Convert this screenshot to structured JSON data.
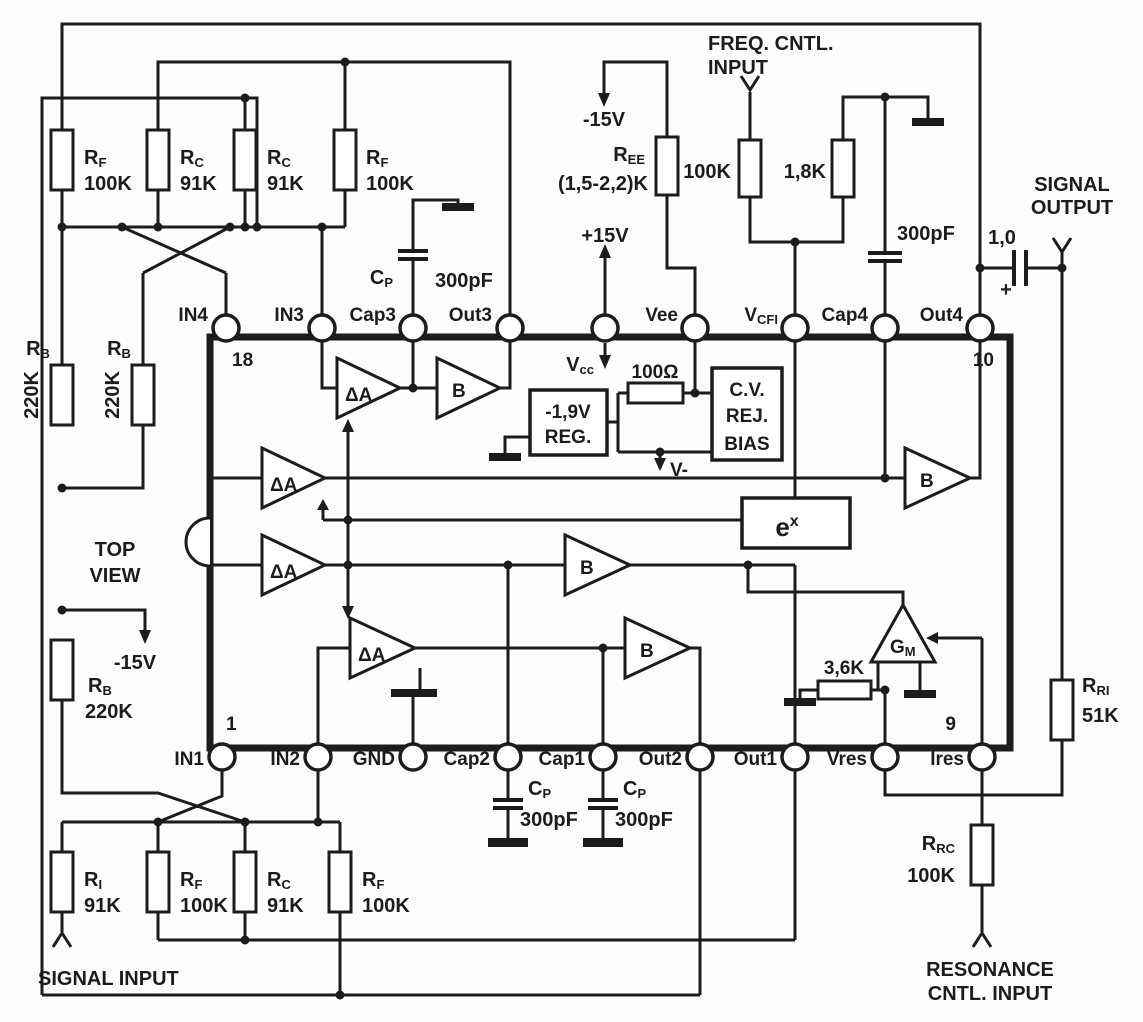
{
  "diagram": {
    "type": "circuit-schematic",
    "subject": "18-pin voltage-controlled filter IC application circuit, top view"
  },
  "pins": {
    "in4": "IN4",
    "in3": "IN3",
    "cap3": "Cap3",
    "out3": "Out3",
    "vee": "Vee",
    "vcfi_base": "V",
    "vcfi_sub": "CFI",
    "cap4": "Cap4",
    "out4": "Out4",
    "in1": "IN1",
    "in2": "IN2",
    "gnd": "GND",
    "cap2": "Cap2",
    "cap1": "Cap1",
    "out2": "Out2",
    "out1": "Out1",
    "vres": "Vres",
    "ires": "Ires",
    "vcc_base": "V",
    "vcc_sub": "cc",
    "num18": "18",
    "num10": "10",
    "num1": "1",
    "num9": "9"
  },
  "resistors": {
    "rf_base": "R",
    "rf_sub": "F",
    "rf_val": "100K",
    "rc_base": "R",
    "rc_sub": "C",
    "rc_val": "91K",
    "rb_base": "R",
    "rb_sub": "B",
    "rb_val": "220K",
    "ri_base": "R",
    "ri_sub": "I",
    "ri_val": "91K",
    "rri_base": "R",
    "rri_sub": "RI",
    "rri_val": "51K",
    "rrc_base": "R",
    "rrc_sub": "RC",
    "rrc_val": "100K",
    "ree_base": "R",
    "ree_sub": "EE",
    "ree_val": "(1,5-2,2)K",
    "r100k": "100K",
    "r18k": "1,8K",
    "r36k": "3,6K",
    "r100ohm": "100Ω"
  },
  "capacitors": {
    "cp_base": "C",
    "cp_sub": "P",
    "c300": "300pF",
    "c_out": "1,0",
    "plus": "+"
  },
  "power": {
    "plus15": "+15V",
    "minus15": "-15V",
    "vminus": "V-"
  },
  "io": {
    "freq_line1": "FREQ. CNTL.",
    "freq_line2": "INPUT",
    "sig_out_line1": "SIGNAL",
    "sig_out_line2": "OUTPUT",
    "sig_in": "SIGNAL INPUT",
    "res_line1": "RESONANCE",
    "res_line2": "CNTL. INPUT",
    "top_view_line1": "TOP",
    "top_view_line2": "VIEW"
  },
  "blocks": {
    "delta": "ΔA",
    "buffer": "B",
    "gm_base": "G",
    "gm_sub": "M",
    "exp_base": "e",
    "exp_sup": "x",
    "reg_line1": "-1,9V",
    "reg_line2": "REG.",
    "cv_line1": "C.V.",
    "cv_line2": "REJ.",
    "cv_line3": "BIAS"
  }
}
